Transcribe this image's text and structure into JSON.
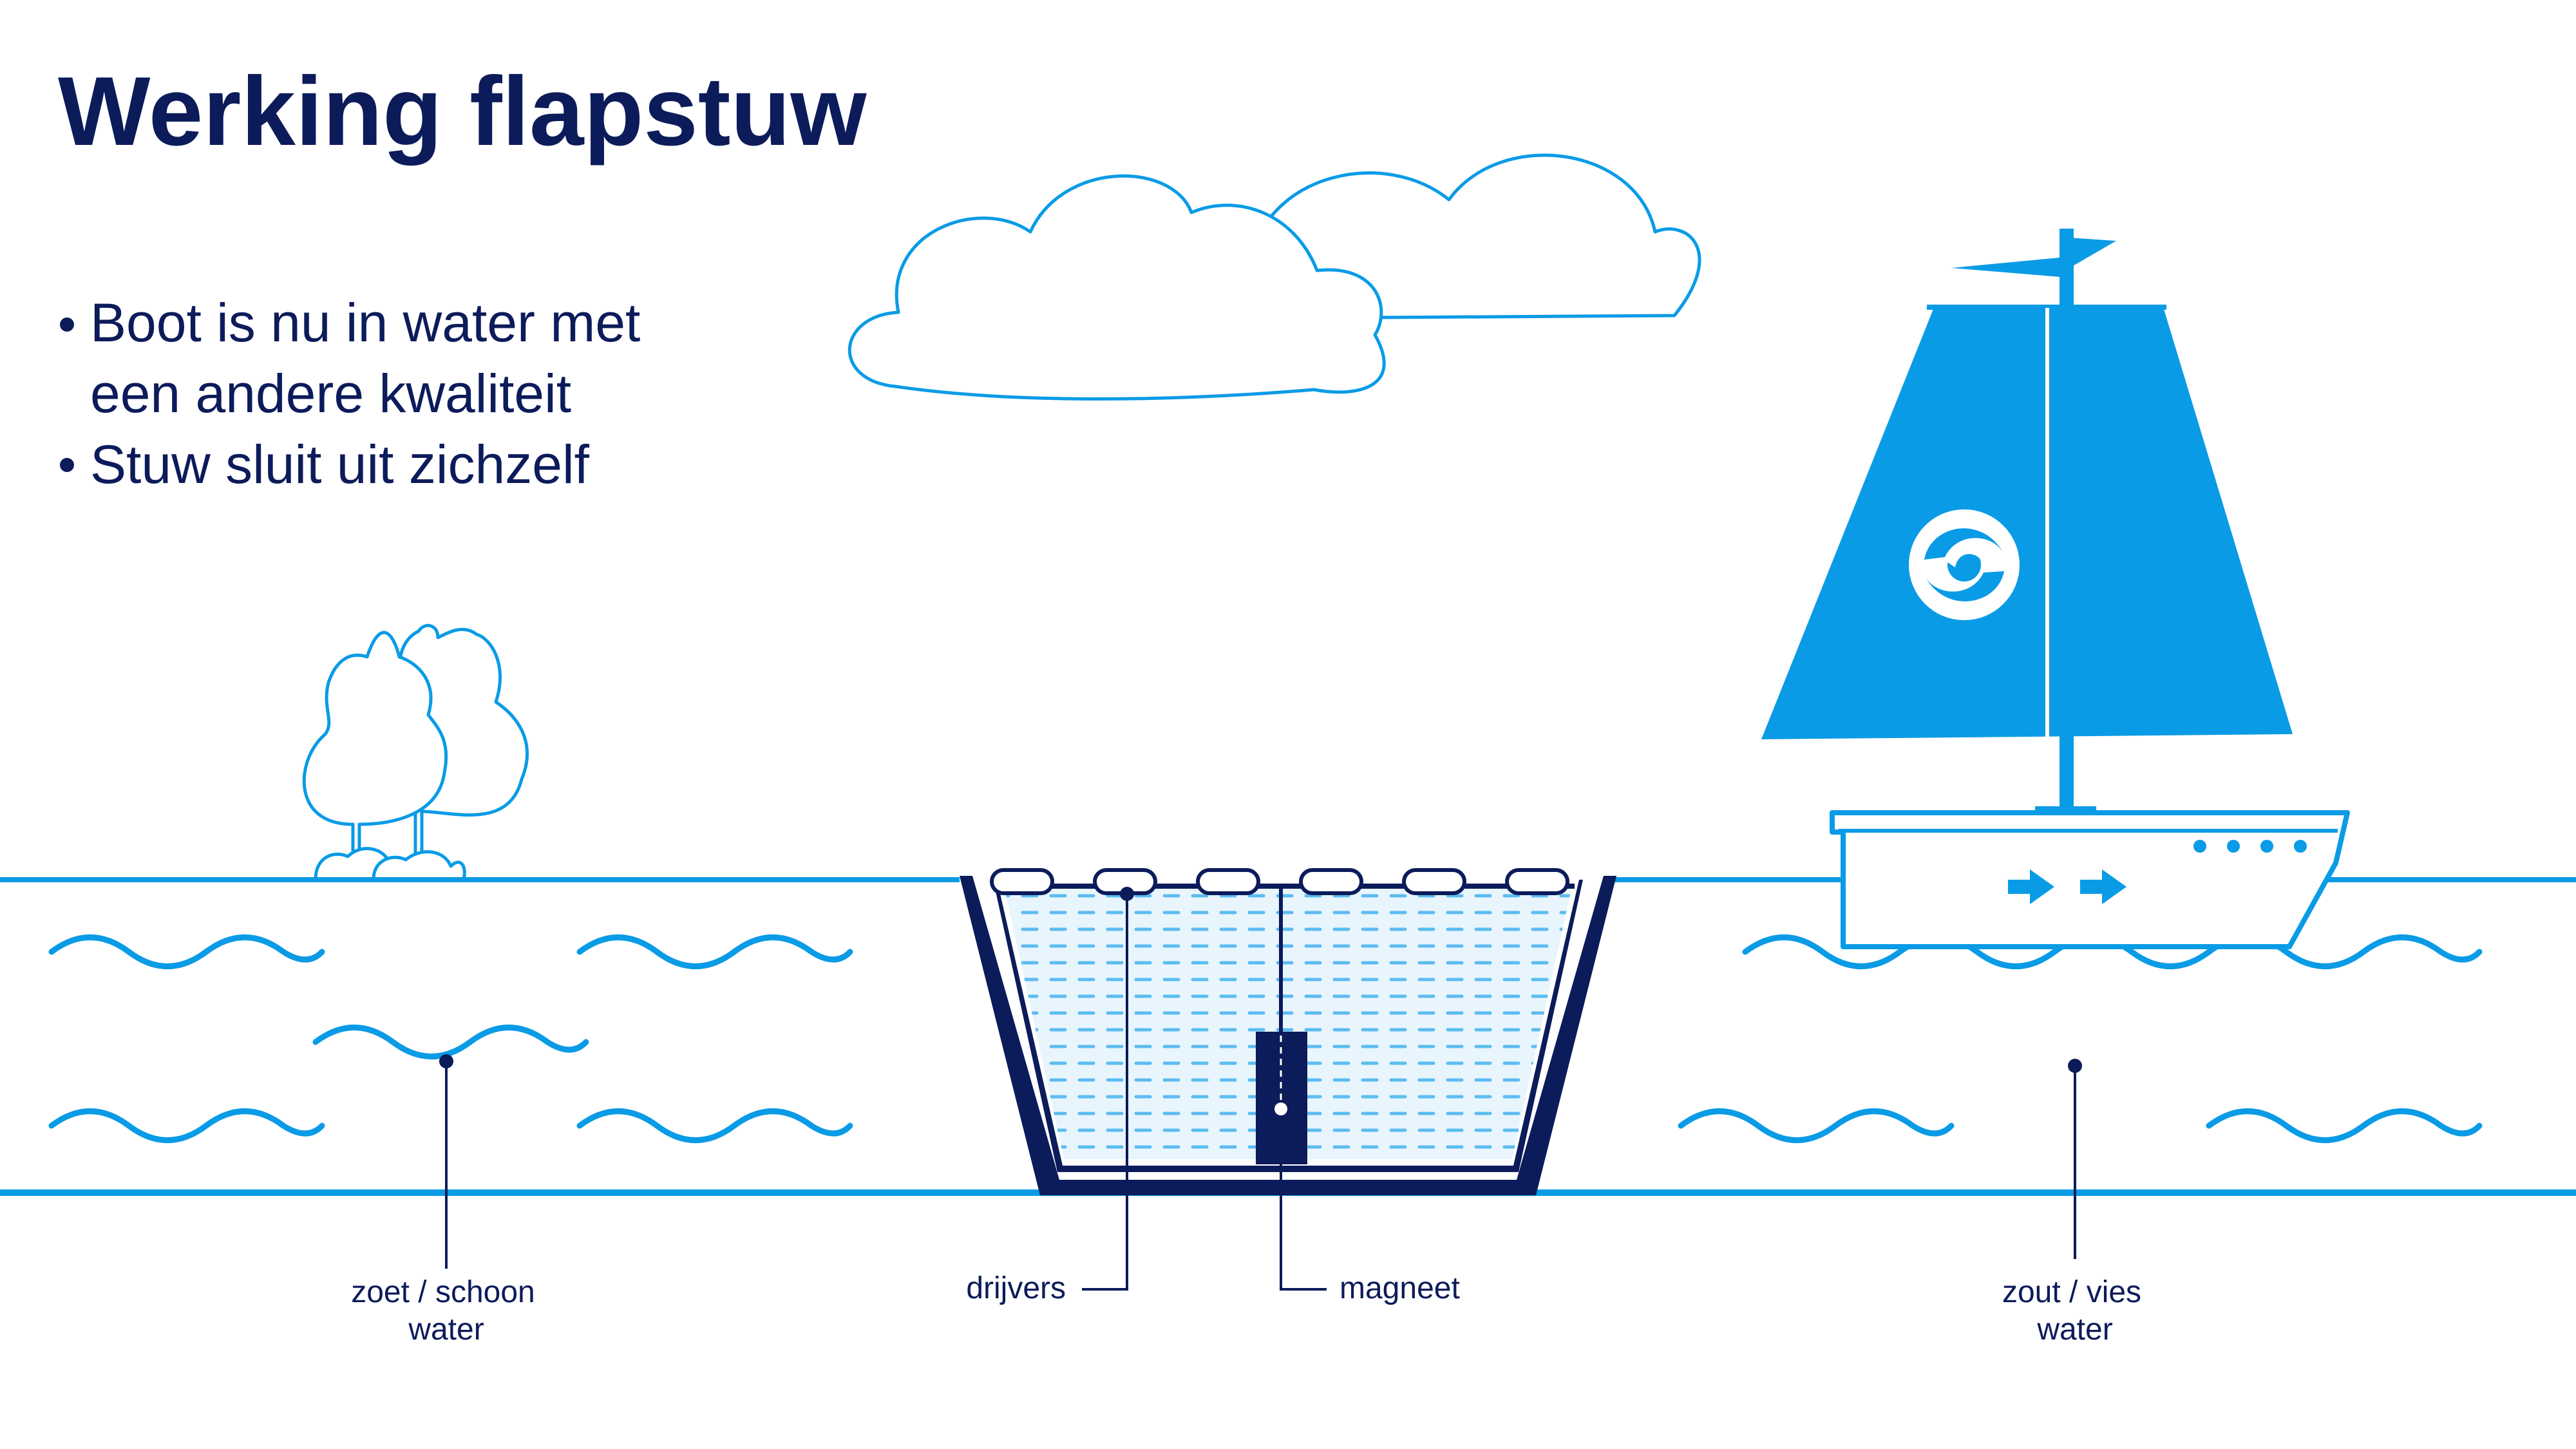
{
  "title": "Werking flapstuw",
  "bullets": [
    {
      "line1": "Boot is nu in water met",
      "line2": "een andere kwaliteit"
    },
    {
      "line1": "Stuw sluit uit zichzelf",
      "line2": ""
    }
  ],
  "labels": {
    "fresh_water_line1": "zoet / schoon",
    "fresh_water_line2": "water",
    "floats": "drijvers",
    "magnet": "magneet",
    "salt_water_line1": "zout / vies",
    "salt_water_line2": "water"
  },
  "colors": {
    "navy": "#0c1b5a",
    "blue": "#0a9be6",
    "light_blue": "#e8f5fd",
    "white": "#ffffff"
  },
  "icons": [
    "bullet-dot-icon",
    "arrow-right-icon",
    "brand-logo-icon",
    "flag-icon"
  ]
}
